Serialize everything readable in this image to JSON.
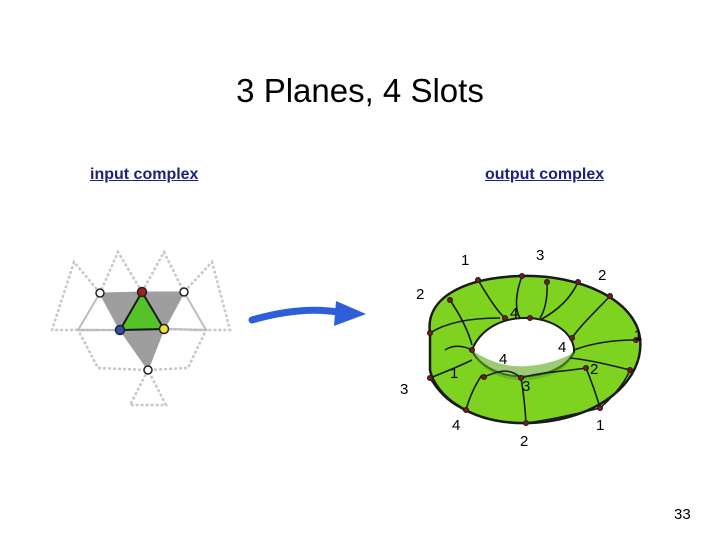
{
  "title": "3 Planes, 4 Slots",
  "input_label": "input complex",
  "output_label": "output complex",
  "page_number": "33",
  "torus_labels": {
    "a": "1",
    "b": "3",
    "c": "2",
    "d": "2",
    "e": "4",
    "f": "1",
    "g": "4",
    "h": "4",
    "i": "1",
    "j": "2",
    "k": "3",
    "l": "3",
    "m": "4",
    "n": "2",
    "o": "1"
  },
  "colors": {
    "link": "#1a237e",
    "torus_fill": "#7ed321",
    "center_triangle": "#55c22a",
    "arrow": "#2f5fd8",
    "vertex_red": "#a02020",
    "vertex_blue": "#3050b0",
    "vertex_yellow": "#f0e040"
  }
}
